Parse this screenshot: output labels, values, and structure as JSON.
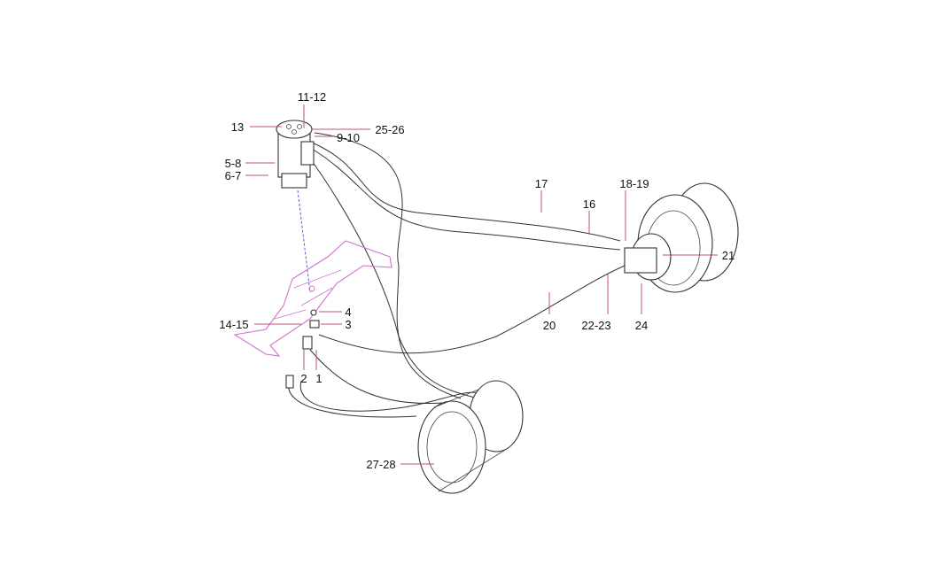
{
  "diagram": {
    "type": "exploded parts diagram",
    "colors": {
      "leader": "#c0506e",
      "bracket": "#d070d0",
      "axis_line": "#5060e0",
      "line": "#333333"
    },
    "labels": {
      "l11_12": "11-12",
      "l13": "13",
      "l25_26": "25-26",
      "l9_10": "9-10",
      "l5_8": "5-8",
      "l6_7": "6-7",
      "l17": "17",
      "l16": "16",
      "l18_19": "18-19",
      "l21": "21",
      "l14_15": "14-15",
      "l4": "4",
      "l3": "3",
      "l2": "2",
      "l1": "1",
      "l20": "20",
      "l22_23": "22-23",
      "l24": "24",
      "l27_28": "27-28"
    }
  }
}
